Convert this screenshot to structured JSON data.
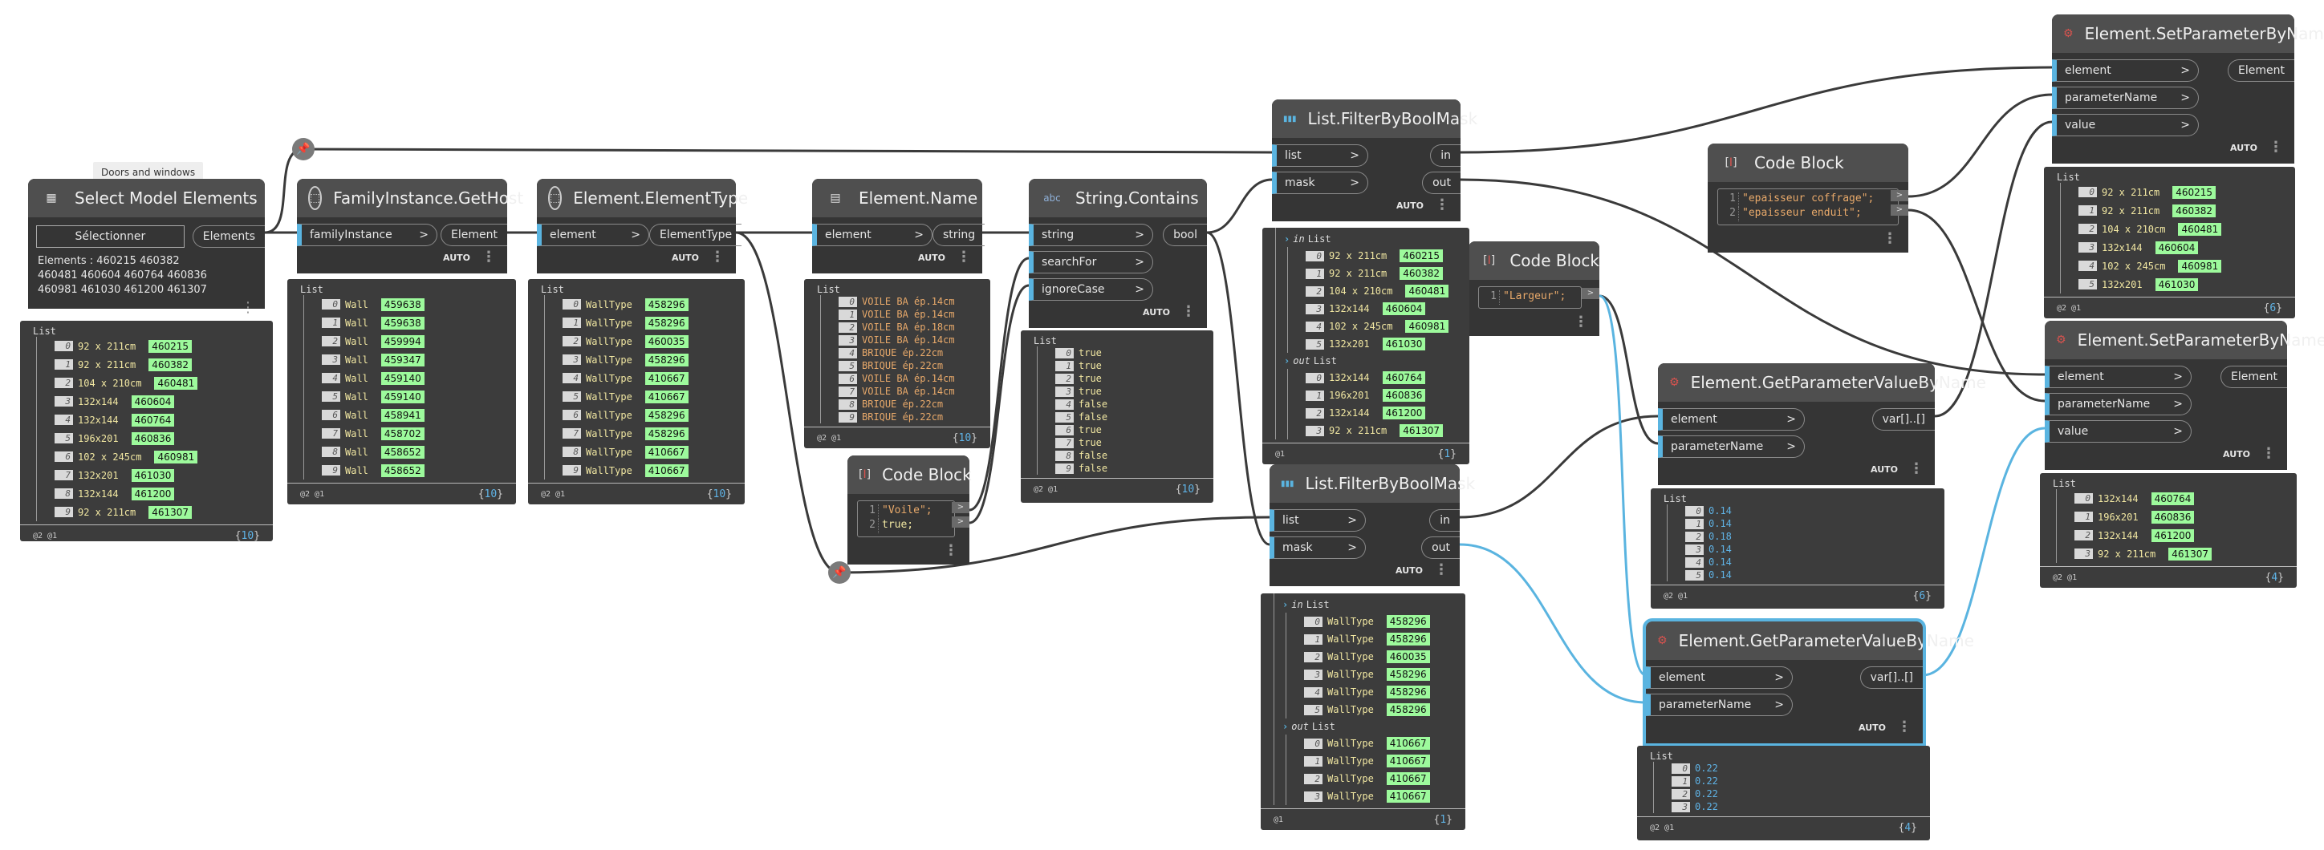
{
  "tooltip": "Doors and windows",
  "nodes": {
    "select": {
      "title": "Select Model Elements",
      "button": "Sélectionner",
      "out": "Elements",
      "summary": "Elements : 460215 460382 460481 460604 460764 460836 460981 461030 461200 461307"
    },
    "gethost": {
      "title": "FamilyInstance.GetHost",
      "in": [
        "familyInstance"
      ],
      "out": [
        "Element"
      ],
      "mode": "AUTO"
    },
    "elemtype": {
      "title": "Element.ElementType",
      "in": [
        "element"
      ],
      "out": [
        "ElementType"
      ],
      "mode": "AUTO"
    },
    "elemname": {
      "title": "Element.Name",
      "in": [
        "element"
      ],
      "out": [
        "string"
      ],
      "mode": "AUTO"
    },
    "contains": {
      "title": "String.Contains",
      "in": [
        "string",
        "searchFor",
        "ignoreCase"
      ],
      "out": [
        "bool"
      ],
      "mode": "AUTO"
    },
    "cb1": {
      "title": "Code Block",
      "lines": [
        "\"Voile\";",
        "true;"
      ],
      "line_nums": [
        "1",
        "2"
      ]
    },
    "filter1": {
      "title": "List.FilterByBoolMask",
      "in": [
        "list",
        "mask"
      ],
      "out": [
        "in",
        "out"
      ],
      "mode": "AUTO"
    },
    "filter2": {
      "title": "List.FilterByBoolMask",
      "in": [
        "list",
        "mask"
      ],
      "out": [
        "in",
        "out"
      ],
      "mode": "AUTO"
    },
    "cb2": {
      "title": "Code Block",
      "lines": [
        "\"Largeur\";"
      ],
      "line_nums": [
        "1"
      ]
    },
    "cb3": {
      "title": "Code Block",
      "lines": [
        "\"epaisseur coffrage\";",
        "\"epaisseur enduit\";"
      ],
      "line_nums": [
        "1",
        "2"
      ]
    },
    "getparam1": {
      "title": "Element.GetParameterValueByName",
      "in": [
        "element",
        "parameterName"
      ],
      "out": [
        "var[]..[]"
      ],
      "mode": "AUTO"
    },
    "getparam2": {
      "title": "Element.GetParameterValueByName",
      "in": [
        "element",
        "parameterName"
      ],
      "out": [
        "var[]..[]"
      ],
      "mode": "AUTO"
    },
    "setparam1": {
      "title": "Element.SetParameterByName",
      "in": [
        "element",
        "parameterName",
        "value"
      ],
      "out": [
        "Element"
      ],
      "mode": "AUTO"
    },
    "setparam2": {
      "title": "Element.SetParameterByName",
      "in": [
        "element",
        "parameterName",
        "value"
      ],
      "out": [
        "Element"
      ],
      "mode": "AUTO"
    }
  },
  "watches": {
    "select": {
      "label": "List",
      "levels": "@2 @1",
      "count": "10",
      "rows": [
        {
          "i": "0",
          "v": "92 x 211cm",
          "id": "460215"
        },
        {
          "i": "1",
          "v": "92 x 211cm",
          "id": "460382"
        },
        {
          "i": "2",
          "v": "104 x 210cm",
          "id": "460481"
        },
        {
          "i": "3",
          "v": "132x144",
          "id": "460604"
        },
        {
          "i": "4",
          "v": "132x144",
          "id": "460764"
        },
        {
          "i": "5",
          "v": "196x201",
          "id": "460836"
        },
        {
          "i": "6",
          "v": "102 x 245cm",
          "id": "460981"
        },
        {
          "i": "7",
          "v": "132x201",
          "id": "461030"
        },
        {
          "i": "8",
          "v": "132x144",
          "id": "461200"
        },
        {
          "i": "9",
          "v": "92 x 211cm",
          "id": "461307"
        }
      ]
    },
    "gethost": {
      "label": "List",
      "levels": "@2 @1",
      "count": "10",
      "rows": [
        {
          "i": "0",
          "v": "Wall",
          "id": "459638"
        },
        {
          "i": "1",
          "v": "Wall",
          "id": "459638"
        },
        {
          "i": "2",
          "v": "Wall",
          "id": "459994"
        },
        {
          "i": "3",
          "v": "Wall",
          "id": "459347"
        },
        {
          "i": "4",
          "v": "Wall",
          "id": "459140"
        },
        {
          "i": "5",
          "v": "Wall",
          "id": "459140"
        },
        {
          "i": "6",
          "v": "Wall",
          "id": "458941"
        },
        {
          "i": "7",
          "v": "Wall",
          "id": "458702"
        },
        {
          "i": "8",
          "v": "Wall",
          "id": "458652"
        },
        {
          "i": "9",
          "v": "Wall",
          "id": "458652"
        }
      ]
    },
    "elemtype": {
      "label": "List",
      "levels": "@2 @1",
      "count": "10",
      "rows": [
        {
          "i": "0",
          "v": "WallType",
          "id": "458296"
        },
        {
          "i": "1",
          "v": "WallType",
          "id": "458296"
        },
        {
          "i": "2",
          "v": "WallType",
          "id": "460035"
        },
        {
          "i": "3",
          "v": "WallType",
          "id": "458296"
        },
        {
          "i": "4",
          "v": "WallType",
          "id": "410667"
        },
        {
          "i": "5",
          "v": "WallType",
          "id": "410667"
        },
        {
          "i": "6",
          "v": "WallType",
          "id": "458296"
        },
        {
          "i": "7",
          "v": "WallType",
          "id": "458296"
        },
        {
          "i": "8",
          "v": "WallType",
          "id": "410667"
        },
        {
          "i": "9",
          "v": "WallType",
          "id": "410667"
        }
      ]
    },
    "elemname": {
      "label": "List",
      "levels": "@2 @1",
      "count": "10",
      "rows": [
        {
          "i": "0",
          "v": "VOILE BA ép.14cm"
        },
        {
          "i": "1",
          "v": "VOILE BA ép.14cm"
        },
        {
          "i": "2",
          "v": "VOILE BA ép.18cm"
        },
        {
          "i": "3",
          "v": "VOILE BA ép.14cm"
        },
        {
          "i": "4",
          "v": "BRIQUE ép.22cm"
        },
        {
          "i": "5",
          "v": "BRIQUE ép.22cm"
        },
        {
          "i": "6",
          "v": "VOILE BA ép.14cm"
        },
        {
          "i": "7",
          "v": "VOILE BA ép.14cm"
        },
        {
          "i": "8",
          "v": "BRIQUE ép.22cm"
        },
        {
          "i": "9",
          "v": "BRIQUE ép.22cm"
        }
      ]
    },
    "contains": {
      "label": "List",
      "levels": "@2 @1",
      "count": "10",
      "rows": [
        {
          "i": "0",
          "v": "true"
        },
        {
          "i": "1",
          "v": "true"
        },
        {
          "i": "2",
          "v": "true"
        },
        {
          "i": "3",
          "v": "true"
        },
        {
          "i": "4",
          "v": "false"
        },
        {
          "i": "5",
          "v": "false"
        },
        {
          "i": "6",
          "v": "true"
        },
        {
          "i": "7",
          "v": "true"
        },
        {
          "i": "8",
          "v": "false"
        },
        {
          "i": "9",
          "v": "false"
        }
      ]
    },
    "filter1": {
      "levels": "@1",
      "count": "1",
      "in_label": "in",
      "out_label": "out",
      "list_label": "List",
      "in_rows": [
        {
          "i": "0",
          "v": "92 x 211cm",
          "id": "460215"
        },
        {
          "i": "1",
          "v": "92 x 211cm",
          "id": "460382"
        },
        {
          "i": "2",
          "v": "104 x 210cm",
          "id": "460481"
        },
        {
          "i": "3",
          "v": "132x144",
          "id": "460604"
        },
        {
          "i": "4",
          "v": "102 x 245cm",
          "id": "460981"
        },
        {
          "i": "5",
          "v": "132x201",
          "id": "461030"
        }
      ],
      "out_rows": [
        {
          "i": "0",
          "v": "132x144",
          "id": "460764"
        },
        {
          "i": "1",
          "v": "196x201",
          "id": "460836"
        },
        {
          "i": "2",
          "v": "132x144",
          "id": "461200"
        },
        {
          "i": "3",
          "v": "92 x 211cm",
          "id": "461307"
        }
      ]
    },
    "filter2": {
      "levels": "@1",
      "count": "1",
      "in_label": "in",
      "out_label": "out",
      "list_label": "List",
      "in_rows": [
        {
          "i": "0",
          "v": "WallType",
          "id": "458296"
        },
        {
          "i": "1",
          "v": "WallType",
          "id": "458296"
        },
        {
          "i": "2",
          "v": "WallType",
          "id": "460035"
        },
        {
          "i": "3",
          "v": "WallType",
          "id": "458296"
        },
        {
          "i": "4",
          "v": "WallType",
          "id": "458296"
        },
        {
          "i": "5",
          "v": "WallType",
          "id": "458296"
        }
      ],
      "out_rows": [
        {
          "i": "0",
          "v": "WallType",
          "id": "410667"
        },
        {
          "i": "1",
          "v": "WallType",
          "id": "410667"
        },
        {
          "i": "2",
          "v": "WallType",
          "id": "410667"
        },
        {
          "i": "3",
          "v": "WallType",
          "id": "410667"
        }
      ]
    },
    "getparam1": {
      "label": "List",
      "levels": "@2 @1",
      "count": "6",
      "rows": [
        {
          "i": "0",
          "v": "0.14"
        },
        {
          "i": "1",
          "v": "0.14"
        },
        {
          "i": "2",
          "v": "0.18"
        },
        {
          "i": "3",
          "v": "0.14"
        },
        {
          "i": "4",
          "v": "0.14"
        },
        {
          "i": "5",
          "v": "0.14"
        }
      ]
    },
    "getparam2": {
      "label": "List",
      "levels": "@2 @1",
      "count": "4",
      "rows": [
        {
          "i": "0",
          "v": "0.22"
        },
        {
          "i": "1",
          "v": "0.22"
        },
        {
          "i": "2",
          "v": "0.22"
        },
        {
          "i": "3",
          "v": "0.22"
        }
      ]
    },
    "setparam1": {
      "label": "List",
      "levels": "@2 @1",
      "count": "6",
      "rows": [
        {
          "i": "0",
          "v": "92 x 211cm",
          "id": "460215"
        },
        {
          "i": "1",
          "v": "92 x 211cm",
          "id": "460382"
        },
        {
          "i": "2",
          "v": "104 x 210cm",
          "id": "460481"
        },
        {
          "i": "3",
          "v": "132x144",
          "id": "460604"
        },
        {
          "i": "4",
          "v": "102 x 245cm",
          "id": "460981"
        },
        {
          "i": "5",
          "v": "132x201",
          "id": "461030"
        }
      ]
    },
    "setparam2": {
      "label": "List",
      "levels": "@2 @1",
      "count": "4",
      "rows": [
        {
          "i": "0",
          "v": "132x144",
          "id": "460764"
        },
        {
          "i": "1",
          "v": "196x201",
          "id": "460836"
        },
        {
          "i": "2",
          "v": "132x144",
          "id": "461200"
        },
        {
          "i": "3",
          "v": "92 x 211cm",
          "id": "461307"
        }
      ]
    }
  },
  "colors": {
    "wire": "#3a3a3a",
    "wire_selected": "#5ab4e0",
    "node_bg": "#353535",
    "header_bg": "#4f4f4f",
    "id_tag": "#9dfa9c"
  },
  "icons": {
    "pin": "pin-icon",
    "select": "select-elements-icon",
    "revit": "revit-node-icon",
    "name": "element-name-icon",
    "string": "string-icon",
    "list": "list-icon",
    "code": "code-block-icon",
    "param": "parameter-icon"
  }
}
